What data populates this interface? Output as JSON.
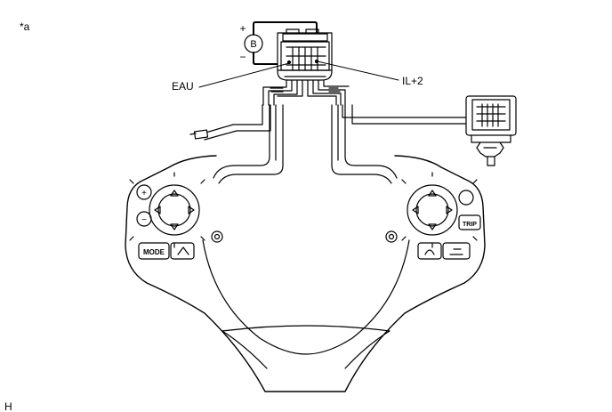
{
  "figure": {
    "view_marker": "*a",
    "figure_code": "H"
  },
  "labels": {
    "eau": "EAU",
    "il2": "IL+2",
    "battery": "B",
    "plus": "+",
    "minus": "−"
  },
  "switch_labels": {
    "mode": "MODE",
    "trip": "TRIP"
  },
  "colors": {
    "stroke": "#000000",
    "background": "#ffffff"
  }
}
